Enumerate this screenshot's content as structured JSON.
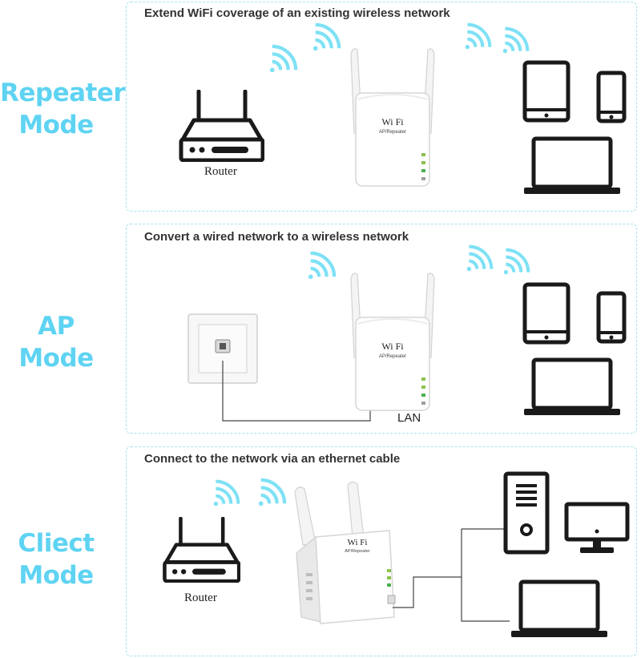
{
  "modes": [
    {
      "id": "repeater",
      "label_line1": "Repeater",
      "label_line2": "Mode",
      "title": "Extend WiFi coverage of an existing wireless network",
      "device_label": "Router"
    },
    {
      "id": "ap",
      "label_line1": "AP Mode",
      "label_line2": "",
      "title": "Convert a wired network to a wireless network",
      "connection_label": "LAN"
    },
    {
      "id": "client",
      "label_line1": "Cliect",
      "label_line2": "Mode",
      "title": "Connect to the network via an ethernet cable",
      "device_label": "Router"
    }
  ],
  "repeater_brand": "Wi Fi",
  "repeater_model": "AP/Repeater",
  "colors": {
    "accent": "#5fd3f2",
    "wifi": "#7ee1f5",
    "icon": "#1a1a1a"
  }
}
